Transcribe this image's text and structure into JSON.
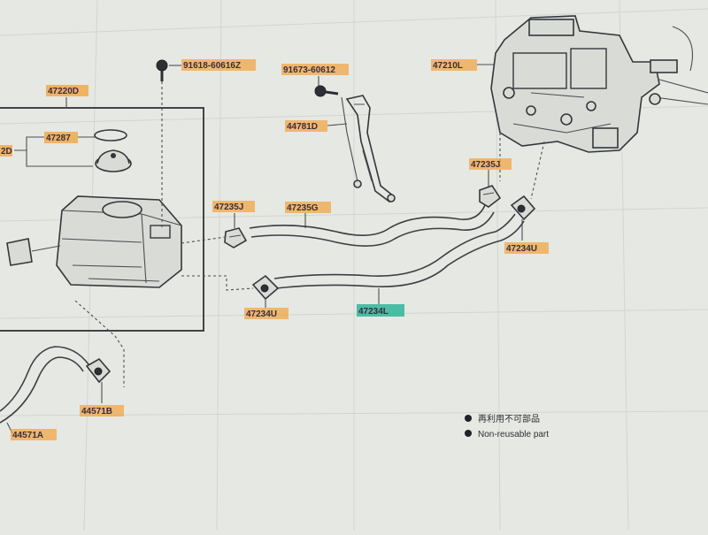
{
  "diagram": {
    "part_numbers": {
      "reservoir_assy": "47220D",
      "reservoir_cap": "47287",
      "left_cutoff_label": "2D",
      "bolt_top": "91618-60616Z",
      "bolt_bracket": "91673-60612",
      "bracket": "44781D",
      "master_cylinder": "47210L",
      "clip_right": "47235J",
      "clip_left": "47235J",
      "hose_upper": "47235G",
      "clamp_right": "47234U",
      "clamp_left": "47234U",
      "hose_lower": "47234L",
      "clip_bottom": "44571B",
      "hose_bottom": "44571A"
    },
    "legend": {
      "chinese": "再利用不可部品",
      "english": "Non-reusable part"
    },
    "colors": {
      "label_highlight_orange": "#f2a23a",
      "label_highlight_green": "#2fb59a",
      "label_text": "#3a2c40",
      "line": "#3b3f44",
      "background": "#e6e8e3"
    }
  }
}
